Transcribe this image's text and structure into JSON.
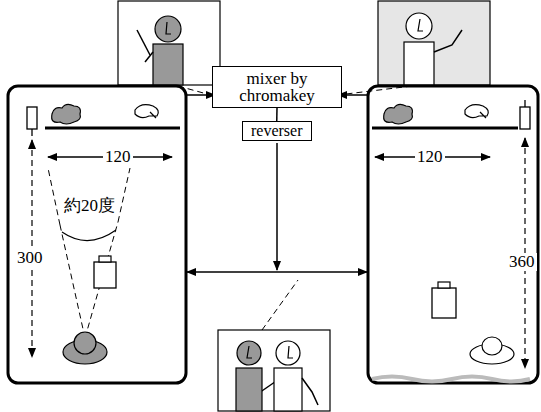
{
  "diagram": {
    "nodes": [
      {
        "text": [
          "mixer by chromakey"
        ]
      },
      {
        "text": [
          "reverser"
        ]
      }
    ],
    "edges": [
      {
        "from": 0,
        "to": 1,
        "arrow": "none"
      }
    ],
    "labels": [
      "120",
      "約20度",
      "300",
      "120",
      "360"
    ]
  }
}
